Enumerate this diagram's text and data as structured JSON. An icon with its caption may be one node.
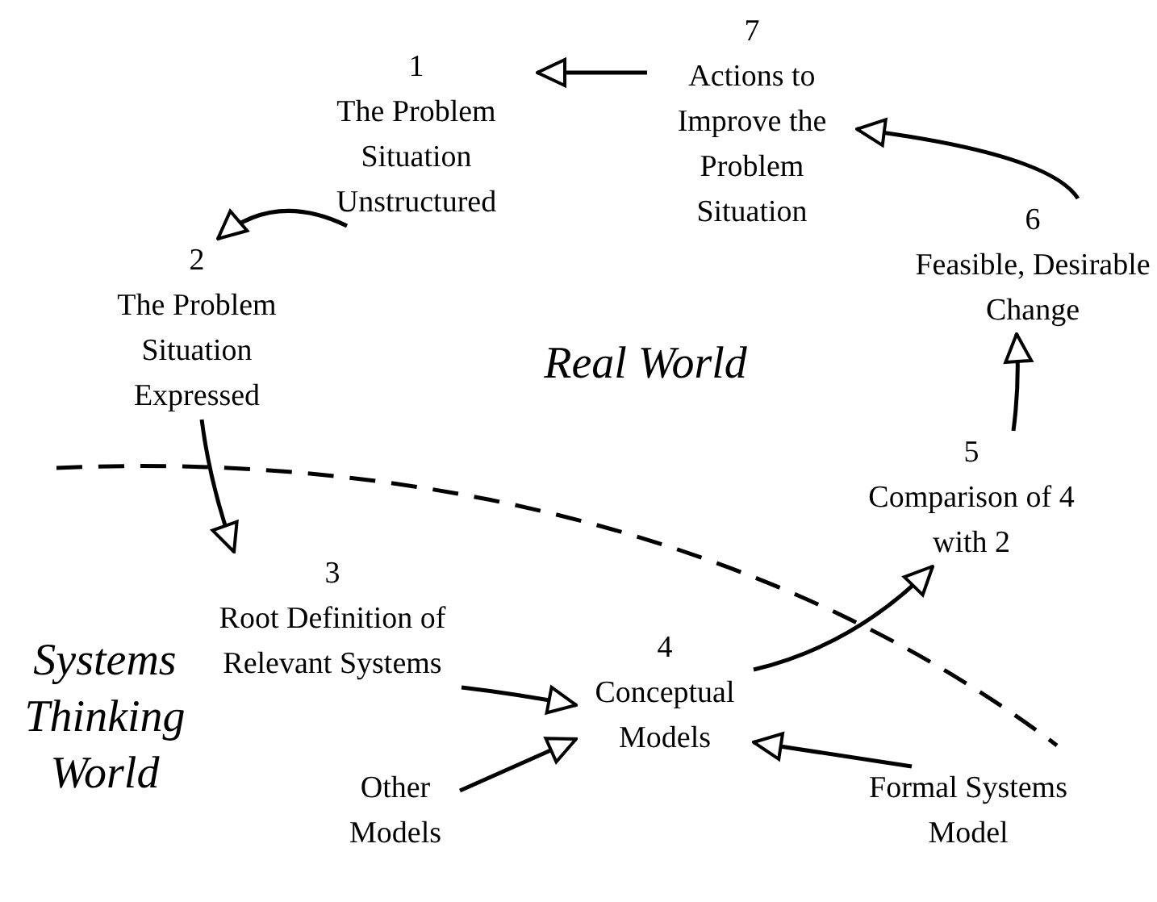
{
  "diagram": {
    "nodes": [
      {
        "text": [
          "1",
          "The Problem Situation Unstructured"
        ]
      },
      {
        "text": [
          "2",
          "The Problem Situation Expressed"
        ]
      },
      {
        "text": [
          "3",
          "Root Definition of Relevant Systems"
        ]
      },
      {
        "text": [
          "4",
          "Conceptual Models"
        ]
      },
      {
        "text": [
          "5",
          "Comparison of 4 with 2"
        ]
      },
      {
        "text": [
          "6",
          "Feasible, Desirable Change"
        ]
      },
      {
        "text": [
          "7",
          "Actions to Improve the Problem Situation"
        ]
      },
      {
        "text": [
          "Other Models"
        ]
      },
      {
        "text": [
          "Formal Systems Model"
        ]
      }
    ],
    "edges": [
      {
        "from": 6,
        "to": 0,
        "arrow": "to"
      },
      {
        "from": 0,
        "to": 1,
        "arrow": "to"
      },
      {
        "from": 1,
        "to": 2,
        "arrow": "to"
      },
      {
        "from": 2,
        "to": 3,
        "arrow": "to"
      },
      {
        "from": 3,
        "to": 4,
        "arrow": "to"
      },
      {
        "from": 4,
        "to": 5,
        "arrow": "to"
      },
      {
        "from": 5,
        "to": 6,
        "arrow": "to"
      },
      {
        "from": 7,
        "to": 3,
        "arrow": "to"
      },
      {
        "from": 8,
        "to": 3,
        "arrow": "to"
      }
    ],
    "labels": [
      "Real World",
      "Systems Thinking World"
    ]
  }
}
